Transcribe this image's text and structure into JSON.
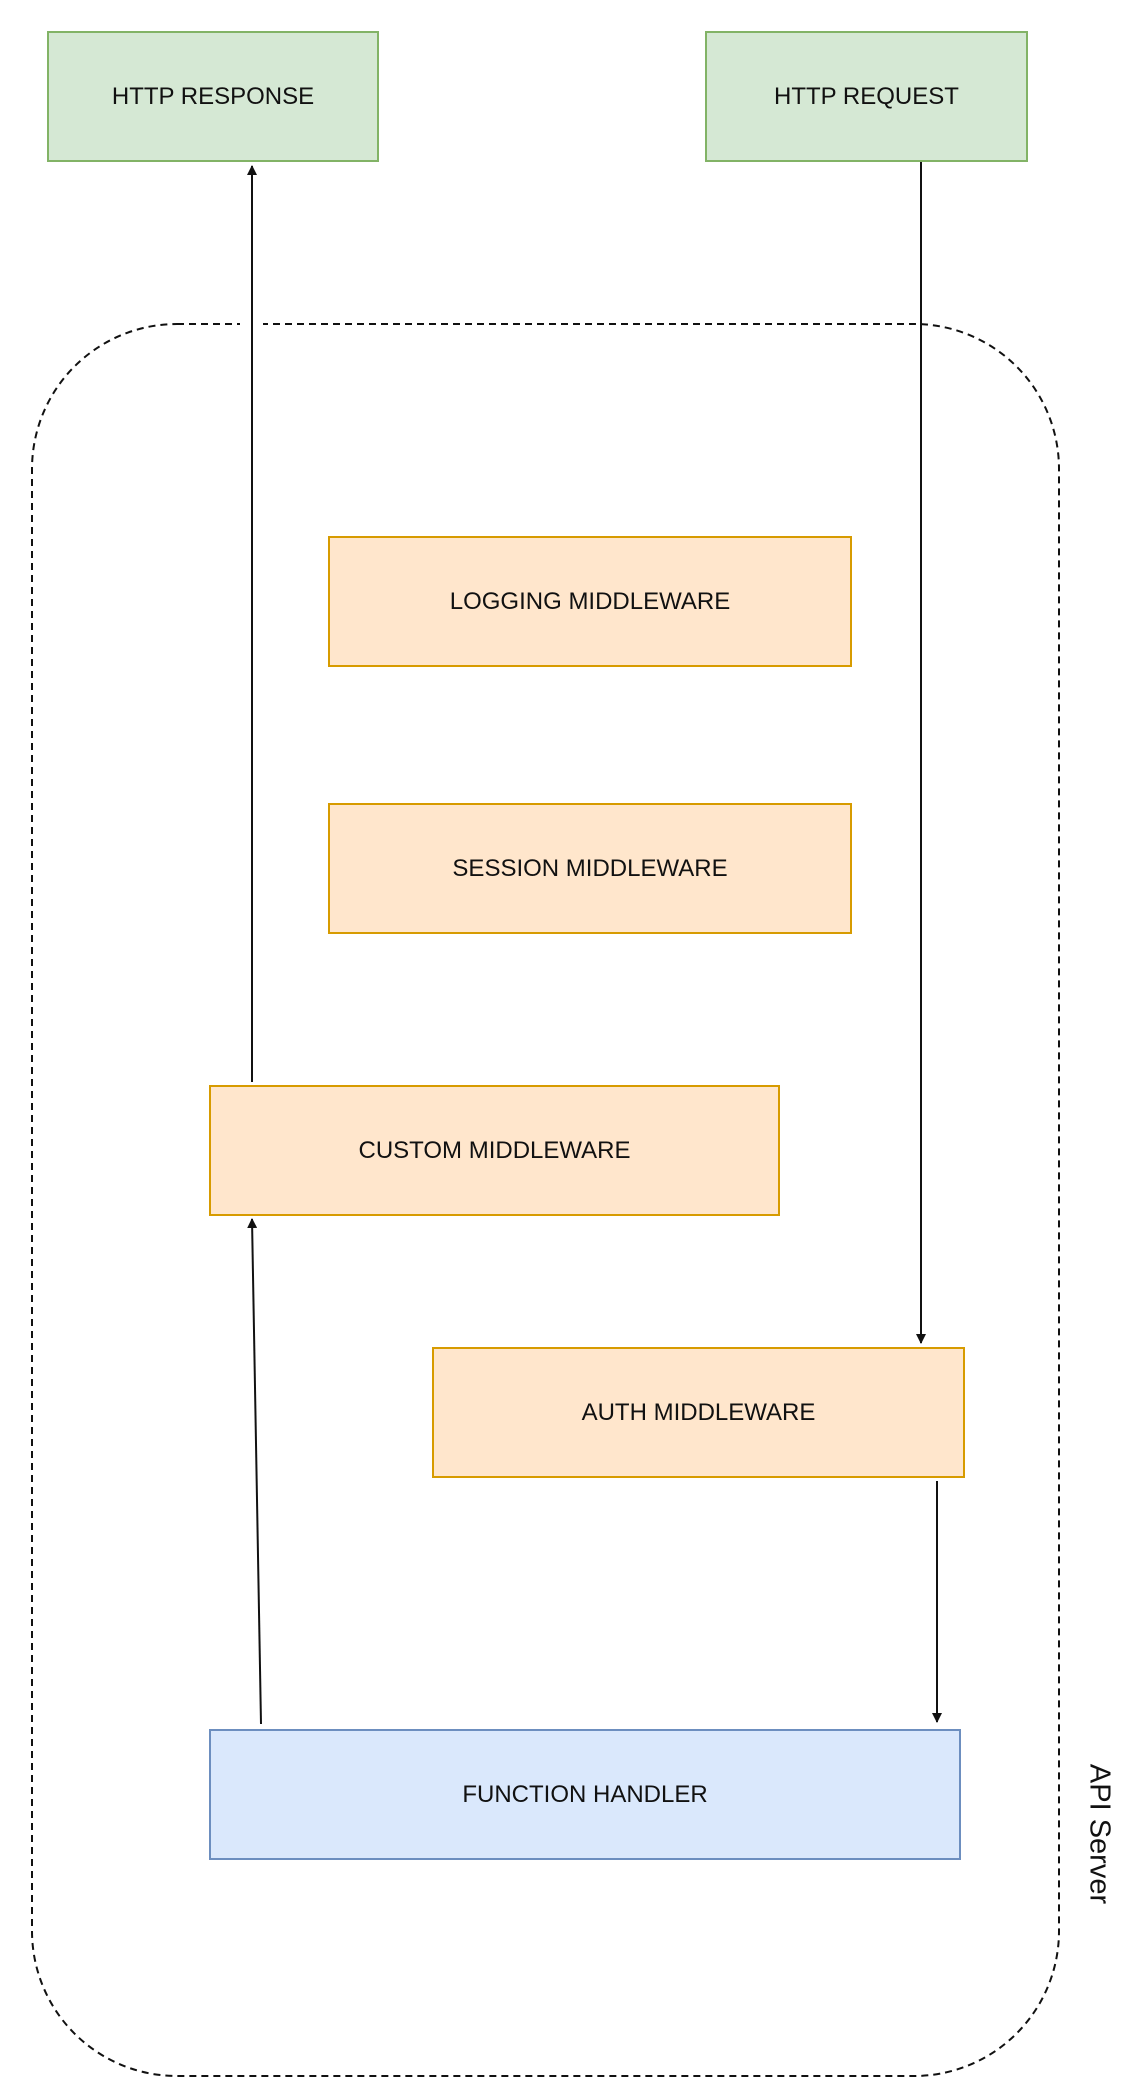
{
  "diagram": {
    "container_label": "API Server",
    "nodes": {
      "http_response": "HTTP RESPONSE",
      "http_request": "HTTP REQUEST",
      "logging_middleware": "LOGGING MIDDLEWARE",
      "session_middleware": "SESSION MIDDLEWARE",
      "custom_middleware": "CUSTOM MIDDLEWARE",
      "auth_middleware": "AUTH MIDDLEWARE",
      "function_handler": "FUNCTION HANDLER"
    },
    "colors": {
      "request_response_fill": "#d5e8d4",
      "request_response_stroke": "#82b366",
      "middleware_fill": "#ffe6cc",
      "middleware_stroke": "#d79b00",
      "handler_fill": "#dae8fc",
      "handler_stroke": "#6c8ebf"
    }
  }
}
